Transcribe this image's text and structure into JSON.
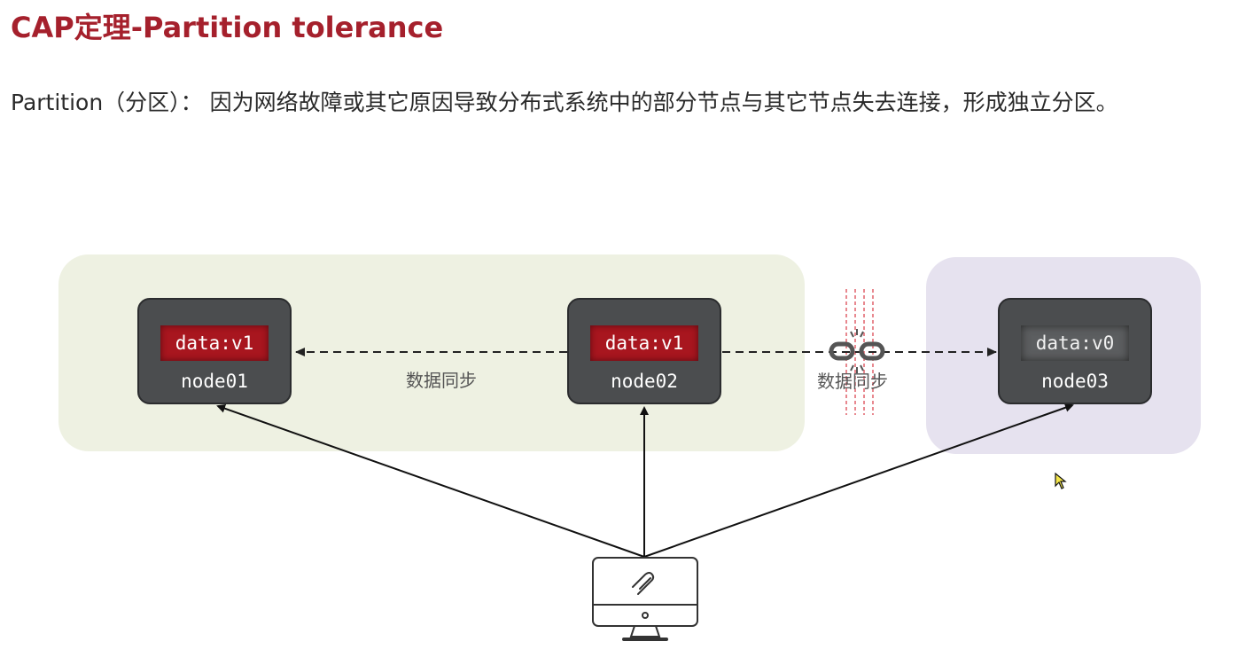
{
  "title": "CAP定理-Partition tolerance",
  "description": "Partition（分区）： 因为网络故障或其它原因导致分布式系统中的部分节点与其它节点失去连接，形成独立分区。",
  "nodes": [
    {
      "data": "data:v1",
      "name": "node01"
    },
    {
      "data": "data:v1",
      "name": "node02"
    },
    {
      "data": "data:v0",
      "name": "node03"
    }
  ],
  "sync_labels": [
    "数据同步",
    "数据同步"
  ],
  "icons": {
    "client": "computer-monitor-icon",
    "broken_link": "broken-chain-icon",
    "cursor": "mouse-pointer-icon"
  },
  "colors": {
    "title": "#a5202c",
    "zone_a": "#eef1e2",
    "zone_b": "#e6e2ef",
    "node_body": "#4b4d4f",
    "data_current": "#a8161f",
    "data_stale": "#5c5e60",
    "partition_line": "#e0606a"
  }
}
